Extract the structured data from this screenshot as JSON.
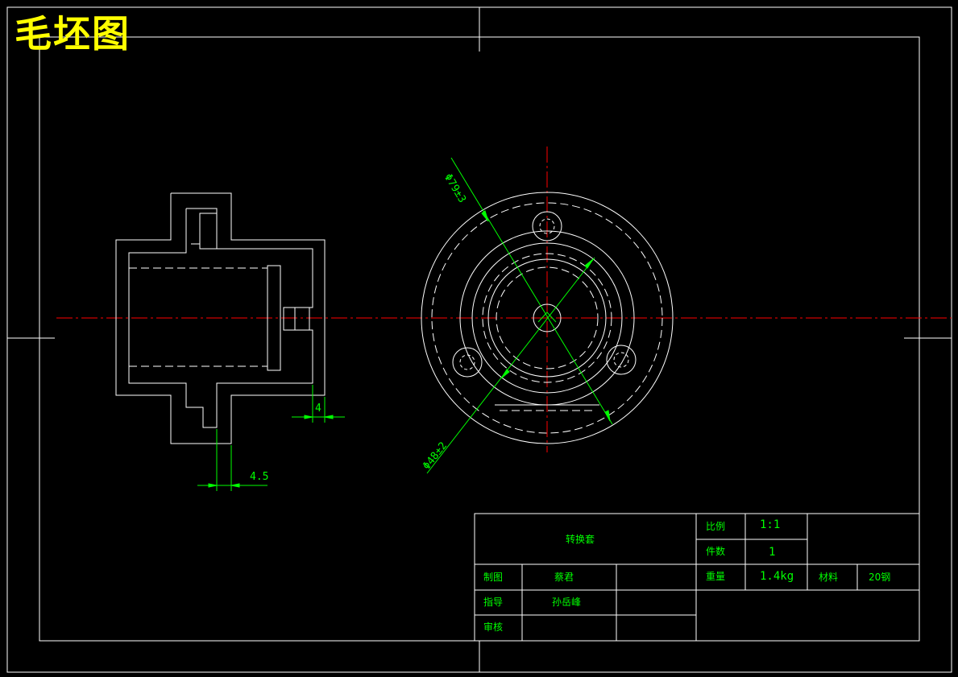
{
  "drawing": {
    "title": "毛坯图"
  },
  "dimensions": {
    "dim_4": "4",
    "dim_4_5": "4.5",
    "dia_outer": "Φ79±3",
    "dia_inner": "Φ48±2"
  },
  "title_block": {
    "part_name": "转换套",
    "scale_label": "比例",
    "scale_value": "1:1",
    "qty_label": "件数",
    "qty_value": "1",
    "weight_label": "重量",
    "weight_value": "1.4kg",
    "material_label": "材料",
    "material_value": "20钢",
    "drawn_label": "制图",
    "drawn_value": "蔡君",
    "guide_label": "指导",
    "guide_value": "孙岳峰",
    "review_label": "审核"
  },
  "colors": {
    "outline": "#ffffff",
    "dimension": "#00ff00",
    "centerline": "#ff0000",
    "title": "#ffff00",
    "background": "#000000"
  }
}
